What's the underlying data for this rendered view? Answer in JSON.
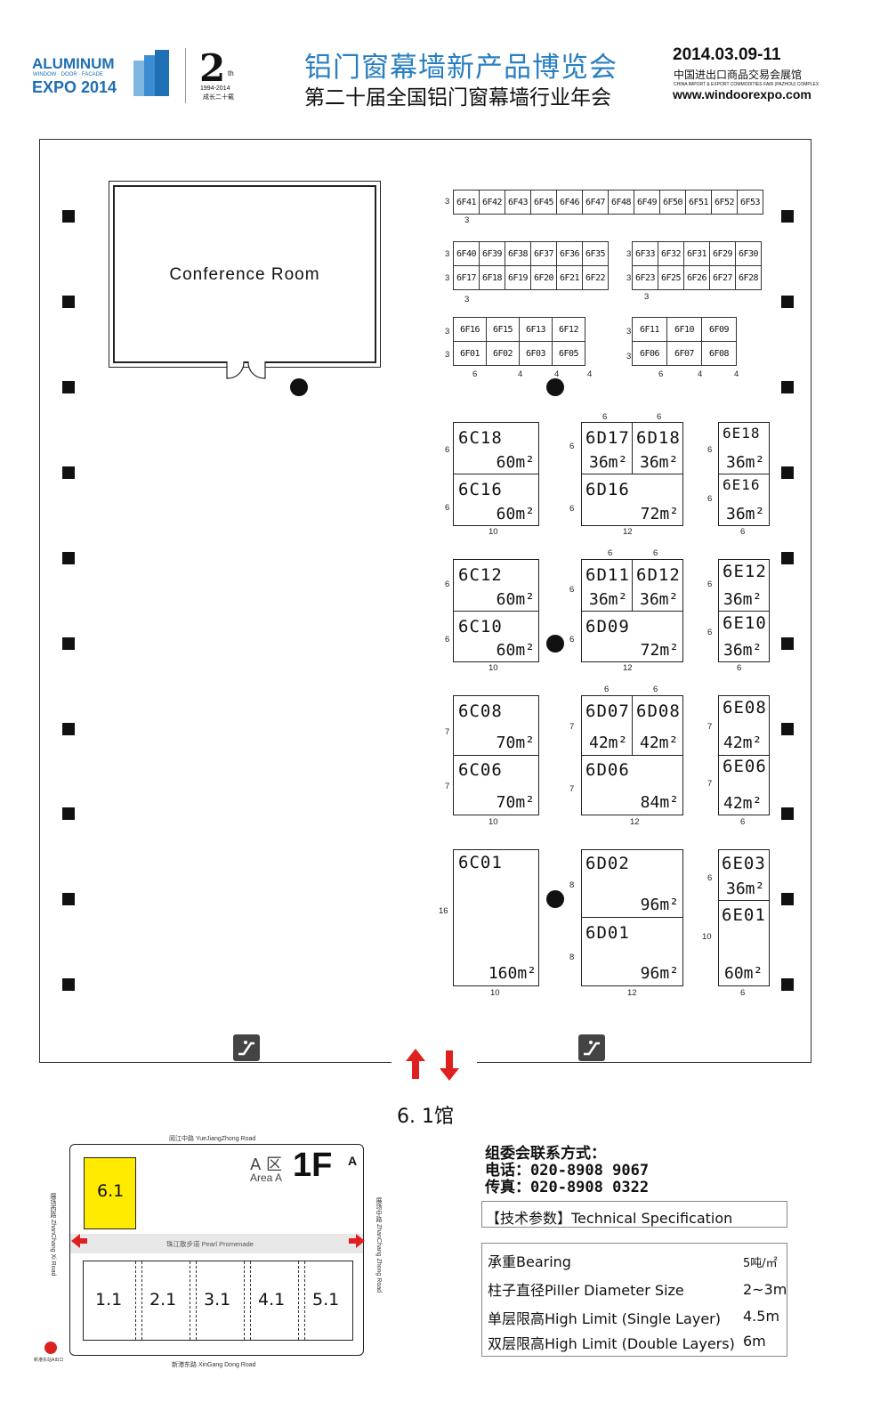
{
  "header": {
    "logo_line1": "ALUMINUM",
    "logo_line2": "WINDOW · DOOR · FACADE",
    "logo_line3": "EXPO 2014",
    "anniv_number": "2",
    "anniv_suffix": "th",
    "anniv_years": "1994-2014",
    "anniv_cn": "成长二十载",
    "title_cn": "铝门窗幕墙新产品博览会",
    "subtitle_cn": "第二十届全国铝门窗幕墙行业年会",
    "date": "2014.03.09-11",
    "venue_cn": "中国进出口商品交易会展馆",
    "venue_en": "CHINA IMPORT & EXPORT COMMODITIES FAIR (PAZHOU) COMPLEX",
    "website": "www.windoorexpo.com"
  },
  "floorplan": {
    "conference_room": "Conference Room",
    "row_f1": [
      "6F41",
      "6F42",
      "6F43",
      "6F45",
      "6F46",
      "6F47",
      "6F48",
      "6F49",
      "6F50",
      "6F51",
      "6F52",
      "6F53"
    ],
    "row_f2a": [
      "6F40",
      "6F39",
      "6F38",
      "6F37",
      "6F36",
      "6F35"
    ],
    "row_f2b": [
      "6F33",
      "6F32",
      "6F31",
      "6F29",
      "6F30"
    ],
    "row_f3a": [
      "6F17",
      "6F18",
      "6F19",
      "6F20",
      "6F21",
      "6F22"
    ],
    "row_f3b": [
      "6F23",
      "6F25",
      "6F26",
      "6F27",
      "6F28"
    ],
    "row_f4a": [
      "6F16",
      "6F15",
      "6F13",
      "6F12"
    ],
    "row_f4b": [
      "6F11",
      "6F10",
      "6F09"
    ],
    "row_f5a": [
      "6F01",
      "6F02",
      "6F03",
      "6F05"
    ],
    "row_f5b": [
      "6F06",
      "6F07",
      "6F08"
    ],
    "booths": {
      "c18": {
        "id": "6C18",
        "size": "60m²"
      },
      "c16": {
        "id": "6C16",
        "size": "60m²"
      },
      "d17": {
        "id": "6D17",
        "size": "36m²"
      },
      "d18": {
        "id": "6D18",
        "size": "36m²"
      },
      "d16": {
        "id": "6D16",
        "size": "72m²"
      },
      "e18": {
        "id": "6E18",
        "size": "36m²"
      },
      "e16": {
        "id": "6E16",
        "size": "36m²"
      },
      "c12": {
        "id": "6C12",
        "size": "60m²"
      },
      "c10": {
        "id": "6C10",
        "size": "60m²"
      },
      "d11": {
        "id": "6D11",
        "size": "36m²"
      },
      "d12": {
        "id": "6D12",
        "size": "36m²"
      },
      "d09": {
        "id": "6D09",
        "size": "72m²"
      },
      "e12": {
        "id": "6E12",
        "size": "36m²"
      },
      "e10": {
        "id": "6E10",
        "size": "36m²"
      },
      "c08": {
        "id": "6C08",
        "size": "70m²"
      },
      "c06": {
        "id": "6C06",
        "size": "70m²"
      },
      "d07": {
        "id": "6D07",
        "size": "42m²"
      },
      "d08": {
        "id": "6D08",
        "size": "42m²"
      },
      "d06": {
        "id": "6D06",
        "size": "84m²"
      },
      "e08": {
        "id": "6E08",
        "size": "42m²"
      },
      "e06": {
        "id": "6E06",
        "size": "42m²"
      },
      "c01": {
        "id": "6C01",
        "size": "160m²"
      },
      "d02": {
        "id": "6D02",
        "size": "96m²"
      },
      "d01": {
        "id": "6D01",
        "size": "96m²"
      },
      "e03": {
        "id": "6E03",
        "size": "36m²"
      },
      "e01": {
        "id": "6E01",
        "size": "60m²"
      }
    },
    "hall_label": "6. 1馆",
    "icon_escalator": "escalator-icon"
  },
  "area_map": {
    "area_cn": "A 区",
    "area_en": "Area A",
    "floor": "1F",
    "north": "A",
    "highlight_hall": "6.1",
    "halls": [
      "1.1",
      "2.1",
      "3.1",
      "4.1",
      "5.1"
    ],
    "road_top": "阅江中路  YueJiangZhong Road",
    "road_bottom": "新港东路  XinGang Dong Road",
    "road_left": "展场西路 ZhanChang Xi Road",
    "road_right": "展场中路 ZhanChang Zhong Road",
    "promenade": "珠江散步道  Pearl Promenade",
    "station": "新港东站A出口",
    "highlight_color": "#ffeb00"
  },
  "contact": {
    "heading": "组委会联系方式：",
    "phone": "电话：020-8908 9067",
    "fax": "传真：020-8908 0322"
  },
  "specs": {
    "heading": "【技术参数】Technical Specification",
    "rows": [
      {
        "label": "承重Bearing",
        "value": "5吨/㎡"
      },
      {
        "label": "柱子直径Piller Diameter Size",
        "value": "2~3m"
      },
      {
        "label": "单层限高High Limit (Single Layer)",
        "value": "4.5m"
      },
      {
        "label": "双层限高High Limit (Double Layers)",
        "value": "6m"
      }
    ]
  }
}
